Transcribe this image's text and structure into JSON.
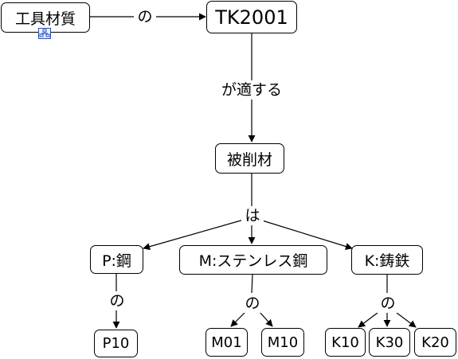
{
  "nodes": {
    "tool_material": "工具材質",
    "tk2001": "TK2001",
    "workpiece": "被削材",
    "p_steel": "P:鋼",
    "m_stainless": "M:ステンレス鋼",
    "k_cast_iron": "K:鋳鉄",
    "p10": "P10",
    "m01": "M01",
    "m10": "M10",
    "k10": "K10",
    "k30": "K30",
    "k20": "K20"
  },
  "edges": {
    "no_1": "の",
    "applies": "が適する",
    "wa": "は",
    "no_p": "の",
    "no_m": "の",
    "no_k": "の"
  },
  "icons": {
    "attachment": "network-diagram-icon"
  },
  "colors": {
    "line": "#000000",
    "icon_border": "#2a4fb5"
  }
}
